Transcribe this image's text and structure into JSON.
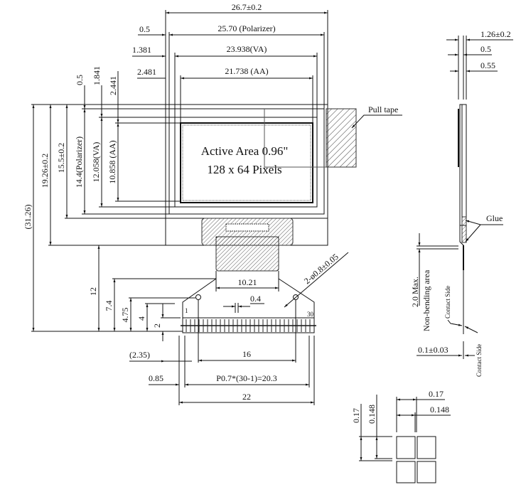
{
  "title": "0.96 inch OLED module outline drawing",
  "front_view": {
    "active_area_line1": "Active Area 0.96\"",
    "active_area_line2": "128 x 64 Pixels",
    "pull_tape_label": "Pull tape",
    "hole_label": "2-ø0.8±0.05",
    "pin_first": "1",
    "pin_last": "30"
  },
  "horizontal_dims": {
    "outline_width": "26.7±0.2",
    "polarizer_offset": "0.5",
    "polarizer_width": "25.70 (Polarizer)",
    "va_offset": "1.381",
    "va_width": "23.938(VA)",
    "aa_offset": "2.481",
    "aa_width": "21.738 (AA)",
    "fpc_width": "10.21",
    "pitch_gap": "0.4",
    "hole_spacing": "16",
    "pin_offset_ref": "(2.35)",
    "pin_offset": "0.85",
    "pin_pitch": "P0.7*(30-1)=20.3",
    "tail_width": "22"
  },
  "vertical_dims": {
    "pol_top": "0.5",
    "va_top": "1.841",
    "aa_top": "2.441",
    "total_length": "(31.26)",
    "outline_height": "19.26±0.2",
    "glass_height": "15.5±0.2",
    "polarizer_height": "14.4(Polarizer)",
    "va_height": "12.058(VA)",
    "aa_height": "10.858 (AA)",
    "tail_12": "12",
    "tail_7_4": "7.4",
    "tail_4_75": "4.75",
    "tail_4": "4",
    "tail_2": "2"
  },
  "side_view": {
    "thickness": "1.26±0.2",
    "pol_thickness": "0.5",
    "glass_thickness": "0.55",
    "glue_label": "Glue",
    "non_bending_label": "Non-bending area",
    "non_bending_max": "2.0 Max.",
    "contact_side_1": "Contact Side",
    "contact_side_2": "Contact Side",
    "fpc_thickness": "0.1±0.03"
  },
  "pixel_detail": {
    "pitch_h": "0.17",
    "size_h": "0.148",
    "pitch_v": "0.17",
    "size_v": "0.148"
  }
}
